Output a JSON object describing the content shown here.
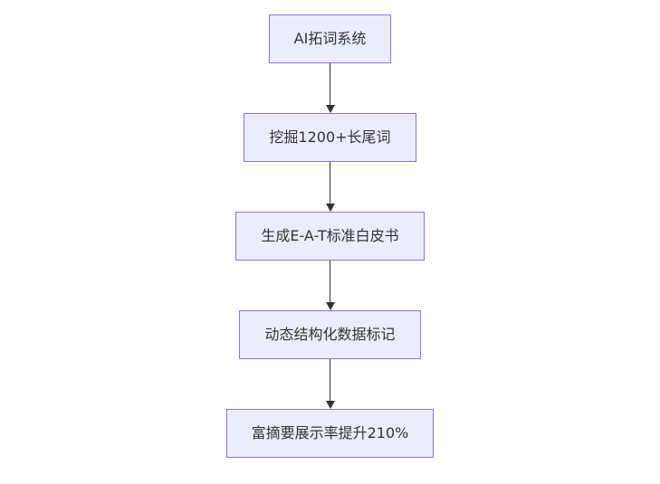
{
  "diagram": {
    "type": "flowchart-vertical",
    "nodes": [
      {
        "label": "AI拓词系统"
      },
      {
        "label": "挖掘1200+长尾词"
      },
      {
        "label": "生成E-A-T标准白皮书"
      },
      {
        "label": "动态结构化数据标记"
      },
      {
        "label": "富摘要展示率提升210%"
      }
    ],
    "edges": [
      {
        "from": 0,
        "to": 1
      },
      {
        "from": 1,
        "to": 2
      },
      {
        "from": 2,
        "to": 3
      },
      {
        "from": 3,
        "to": 4
      }
    ],
    "colors": {
      "node_fill": "#ECECFF",
      "node_border": "#9370DB",
      "node_text": "#333333",
      "arrow": "#333333",
      "background": "#FFFFFF"
    }
  }
}
